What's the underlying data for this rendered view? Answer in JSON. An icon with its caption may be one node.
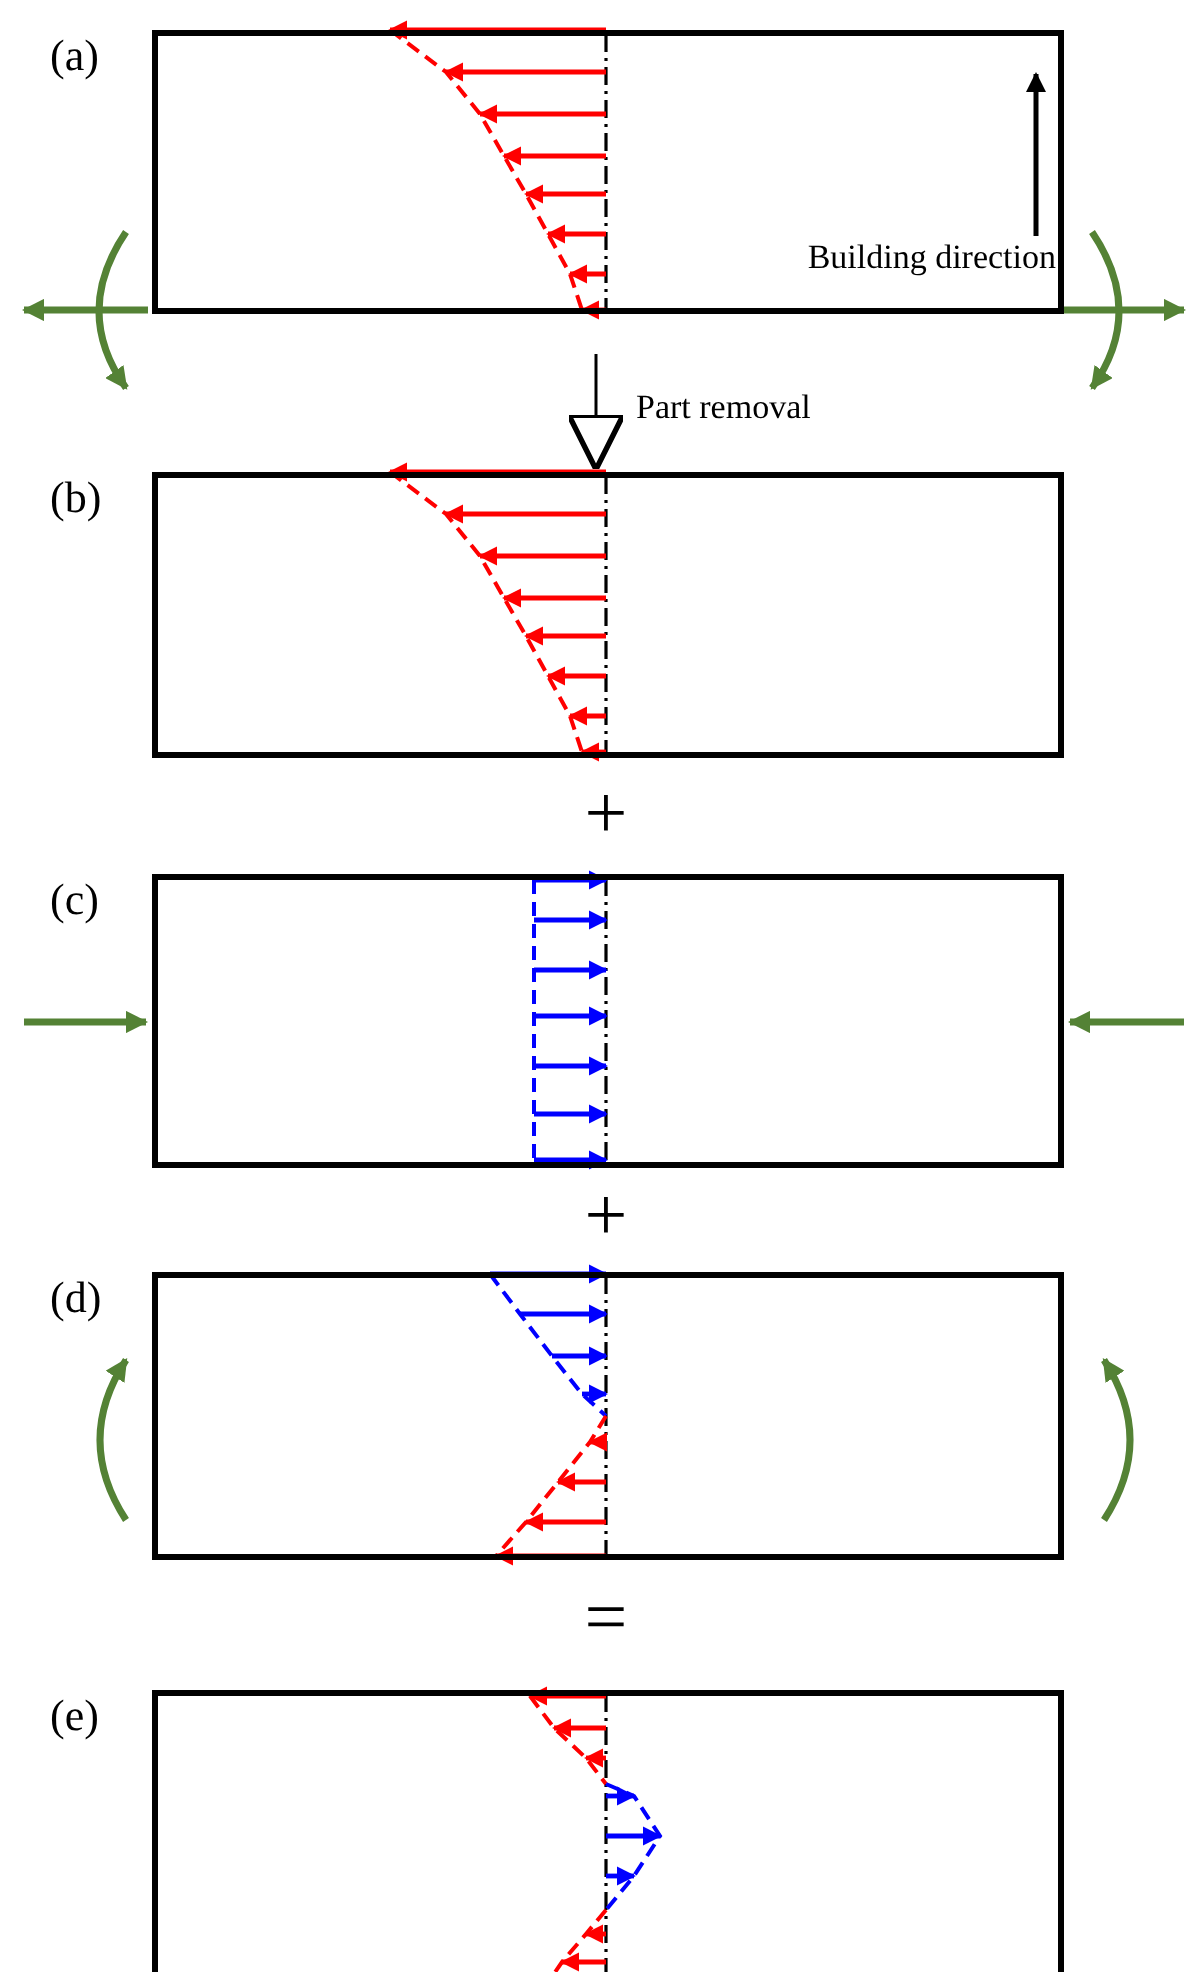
{
  "diagram": {
    "nodes": [
      {
        "text": [],
        "shape": "box",
        "beside": [
          "(a)"
        ]
      },
      {
        "text": [],
        "shape": "box",
        "beside": [
          "(b)"
        ]
      },
      {
        "text": [],
        "shape": "box",
        "beside": [
          "(c)"
        ]
      },
      {
        "text": [],
        "shape": "box",
        "beside": [
          "(d)"
        ]
      },
      {
        "text": [],
        "shape": "box",
        "beside": [
          "(e)"
        ]
      }
    ],
    "edges": [
      {
        "from": 0,
        "to": 1,
        "arrow": "to",
        "label": "Part removal"
      }
    ],
    "labels": [
      "Building direction",
      "+",
      "+",
      "="
    ]
  }
}
